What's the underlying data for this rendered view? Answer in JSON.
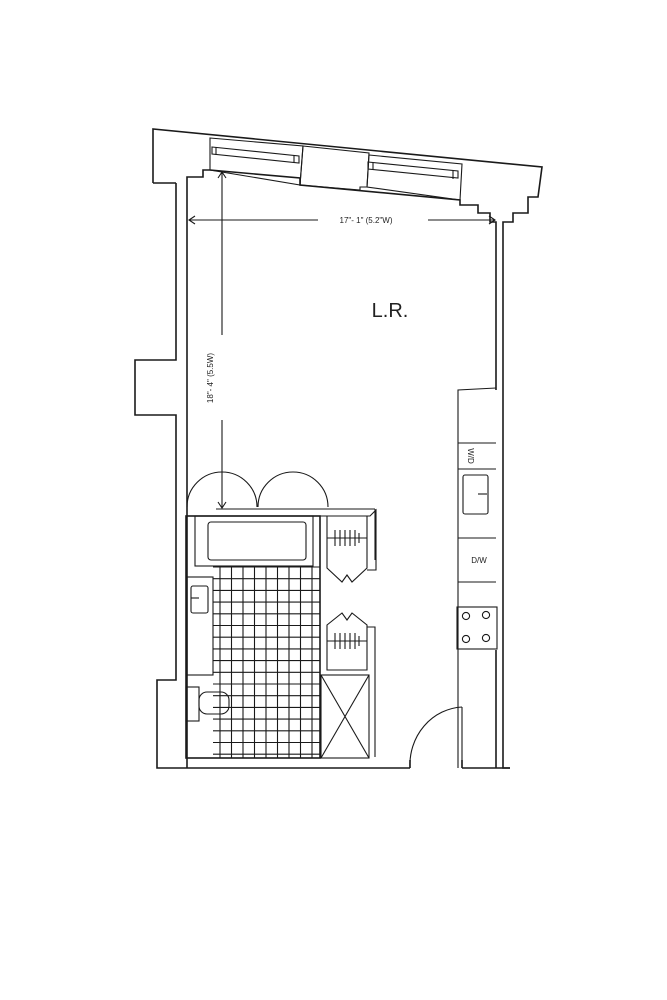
{
  "plan": {
    "room_label": "L.R.",
    "width_dimension": "17\"- 1\" (5.2\"W)",
    "length_dimension": "18\"- 4\" (5.5W)",
    "washer_dryer_label": "W/D",
    "dishwasher_label": "D/W"
  },
  "colors": {
    "line": "#1a1a1a",
    "background": "#ffffff"
  }
}
